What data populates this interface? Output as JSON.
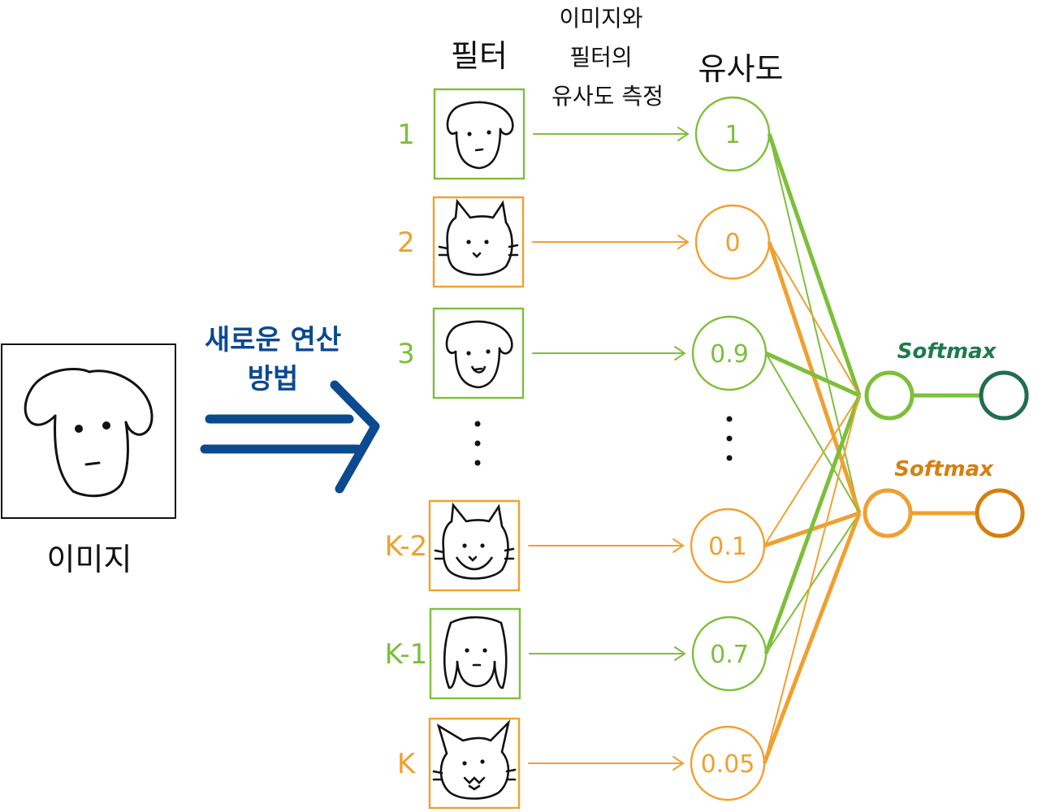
{
  "input": {
    "label": "이미지"
  },
  "operation": {
    "line1": "새로운 연산",
    "line2": "방법"
  },
  "headers": {
    "filters": "필터",
    "measure_line1": "이미지와",
    "measure_line2": "필터의",
    "measure_line3": "유사도 측정",
    "similarity": "유사도"
  },
  "rows": [
    {
      "index": "1",
      "similarity": "1",
      "color": "#7dbf3a",
      "icon": "dog-face-icon"
    },
    {
      "index": "2",
      "similarity": "0",
      "color": "#f0a030",
      "icon": "cat-face-icon"
    },
    {
      "index": "3",
      "similarity": "0.9",
      "color": "#7dbf3a",
      "icon": "dog-face-icon"
    },
    {
      "index": "K-2",
      "similarity": "0.1",
      "color": "#f0a030",
      "icon": "cat-face-icon"
    },
    {
      "index": "K-1",
      "similarity": "0.7",
      "color": "#7dbf3a",
      "icon": "long-ear-dog-icon"
    },
    {
      "index": "K",
      "similarity": "0.05",
      "color": "#f0a030",
      "icon": "fluffy-cat-icon"
    }
  ],
  "softmax": [
    {
      "label": "Softmax",
      "label_color": "#1f7a4d",
      "node_color": "#7dbf3a",
      "out_color": "#1f6e50"
    },
    {
      "label": "Softmax",
      "label_color": "#d4800f",
      "node_color": "#f0a030",
      "out_color": "#d4800f"
    }
  ],
  "colors": {
    "green": "#7dbf3a",
    "orange": "#f0a030",
    "blue": "#0b4a8f"
  }
}
